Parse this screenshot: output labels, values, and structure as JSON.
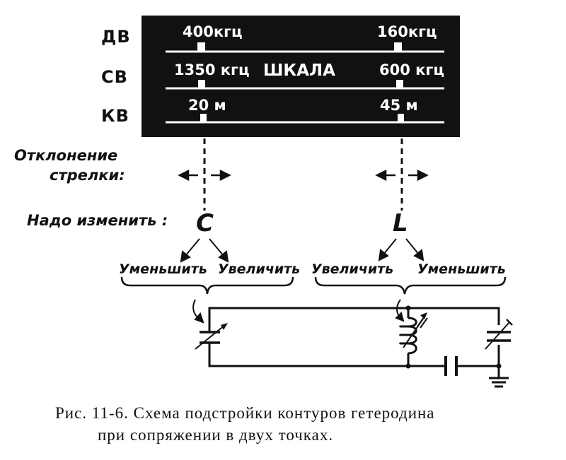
{
  "bands": {
    "lw": "ДВ",
    "mw": "СВ",
    "sw": "КВ"
  },
  "scale": {
    "title": "ШКАЛА",
    "lw_left": "400кгц",
    "lw_right": "160кгц",
    "mw_left": "1350 кгц",
    "mw_right": "600 кгц",
    "sw_left": "20 м",
    "sw_right": "45 м"
  },
  "labels": {
    "deviation_line1": "Отклонение",
    "deviation_line2": "стрелки:",
    "need_change": "Надо изменить :",
    "c": "C",
    "l": "L",
    "decrease_c": "Уменьшить",
    "increase_c": "Увеличить",
    "increase_l": "Увеличить",
    "decrease_l": "Уменьшить"
  },
  "caption": {
    "line1": "Рис. 11-6. Схема подстройки контуров гетеродина",
    "line2": "при сопряжении в двух точках."
  }
}
